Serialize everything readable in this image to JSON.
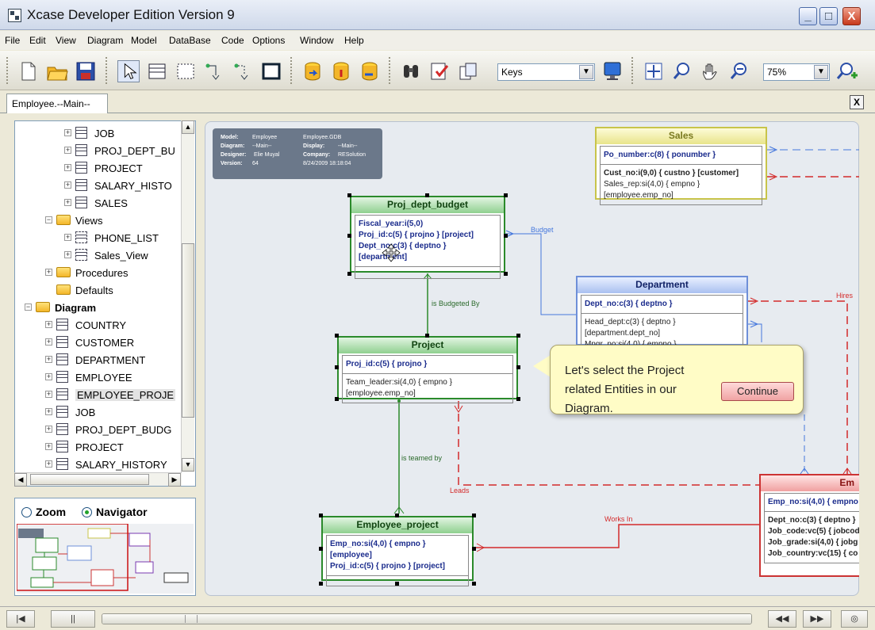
{
  "window": {
    "title": "Xcase Developer Edition Version 9",
    "minimize": "_",
    "maximize": "□",
    "close": "X"
  },
  "menu": [
    "File",
    "Edit",
    "View",
    "Diagram",
    "Model",
    "DataBase",
    "Code",
    "Options",
    "Window",
    "Help"
  ],
  "toolbar": {
    "keys_select": "Keys",
    "zoom_select": "75%",
    "icons": [
      "new-icon",
      "open-folder-icon",
      "save-icon",
      "pointer-icon",
      "table-icon",
      "view-icon",
      "relation-icon",
      "relation-alt-icon",
      "frame-icon",
      "db-export-icon",
      "db-import-icon",
      "db-sync-icon",
      "binoculars-icon",
      "check-icon",
      "docs-icon",
      "monitor-icon",
      "move-icon",
      "zoom-fit-icon",
      "hand-icon",
      "zoom-out-icon",
      "zoom-in-icon"
    ]
  },
  "doc_tab": {
    "label": "Employee.--Main--",
    "close": "X"
  },
  "tree": {
    "items": [
      {
        "label": "JOB",
        "kind": "table",
        "level": 2
      },
      {
        "label": "PROJ_DEPT_BU",
        "kind": "table",
        "level": 2
      },
      {
        "label": "PROJECT",
        "kind": "table",
        "level": 2
      },
      {
        "label": "SALARY_HISTO",
        "kind": "table",
        "level": 2
      },
      {
        "label": "SALES",
        "kind": "table",
        "level": 2
      },
      {
        "label": "Views",
        "kind": "folder",
        "level": 1
      },
      {
        "label": "PHONE_LIST",
        "kind": "view",
        "level": 2
      },
      {
        "label": "Sales_View",
        "kind": "view",
        "level": 2
      },
      {
        "label": "Procedures",
        "kind": "folder",
        "level": 1
      },
      {
        "label": "Defaults",
        "kind": "folder",
        "level": 1
      },
      {
        "label": "Diagram",
        "kind": "folder-bold",
        "level": 0
      },
      {
        "label": "COUNTRY",
        "kind": "table",
        "level": 1
      },
      {
        "label": "CUSTOMER",
        "kind": "table",
        "level": 1
      },
      {
        "label": "DEPARTMENT",
        "kind": "table",
        "level": 1
      },
      {
        "label": "EMPLOYEE",
        "kind": "table",
        "level": 1
      },
      {
        "label": "EMPLOYEE_PROJE",
        "kind": "table",
        "level": 1,
        "selected": true
      },
      {
        "label": "JOB",
        "kind": "table",
        "level": 1
      },
      {
        "label": "PROJ_DEPT_BUDG",
        "kind": "table",
        "level": 1
      },
      {
        "label": "PROJECT",
        "kind": "table",
        "level": 1
      },
      {
        "label": "SALARY_HISTORY",
        "kind": "table",
        "level": 1
      }
    ]
  },
  "navigator": {
    "zoom_label": "Zoom",
    "navigator_label": "Navigator",
    "selected": "Navigator"
  },
  "info_box": {
    "model_key": "Model:",
    "model_val": "Employee",
    "gdb": "Employee.GDB",
    "diagram_key": "Diagram:",
    "diagram_val": "--Main--",
    "display_key": "Display:",
    "display_val": "--Main--",
    "designer_key": "Designer:",
    "designer_val": "Elie Muyal",
    "company_key": "Company:",
    "company_val": "RESolution",
    "version_key": "Version:",
    "version_val": "64",
    "date": "8/24/2009 18:18:04"
  },
  "entities": {
    "proj_dept_budget": {
      "title": "Proj_dept_budget",
      "pk": [
        "Fiscal_year:i(5,0)",
        "Proj_id:c(5) { projno } [project]",
        "Dept_no:c(3) { deptno } [department]"
      ]
    },
    "project": {
      "title": "Project",
      "pk": [
        "Proj_id:c(5) { projno }"
      ],
      "fk": [
        "Team_leader:si(4,0) { empno } [employee.emp_no]"
      ]
    },
    "employee_project": {
      "title": "Employee_project",
      "pk": [
        "Emp_no:si(4,0) { empno } [employee]",
        "Proj_id:c(5) { projno } [project]"
      ]
    },
    "department": {
      "title": "Department",
      "pk": [
        "Dept_no:c(3) { deptno }"
      ],
      "fk": [
        "Head_dept:c(3) { deptno } [department.dept_no]",
        "Mngr_no:si(4,0) { empno } [employee.emp_no]"
      ]
    },
    "sales": {
      "title": "Sales",
      "pk": [
        "Po_number:c(8) { ponumber }"
      ],
      "fk": [
        "Cust_no:i(9,0) { custno } [customer]",
        "Sales_rep:si(4,0) { empno } [employee.emp_no]"
      ]
    },
    "employee": {
      "title": "Em",
      "pk": [
        "Emp_no:si(4,0) { empno"
      ],
      "fk": [
        "Dept_no:c(3) { deptno }",
        "Job_code:vc(5) { jobcod",
        "Job_grade:si(4,0) { jobg",
        "Job_country:vc(15) { co"
      ]
    }
  },
  "relations": {
    "budget": "Budget",
    "is_budgeted_by": "is Budgeted By",
    "is_teamed_by": "is teamed by",
    "leads": "Leads",
    "works_in": "Works In",
    "hires": "Hires"
  },
  "callout": {
    "text": "Let's select the Project related Entities in our Diagram.",
    "button": "Continue"
  },
  "colors": {
    "green": "#2b8a2b",
    "blue": "#4477dd",
    "red": "#d42a2a",
    "yellow": "#c8c44a"
  }
}
